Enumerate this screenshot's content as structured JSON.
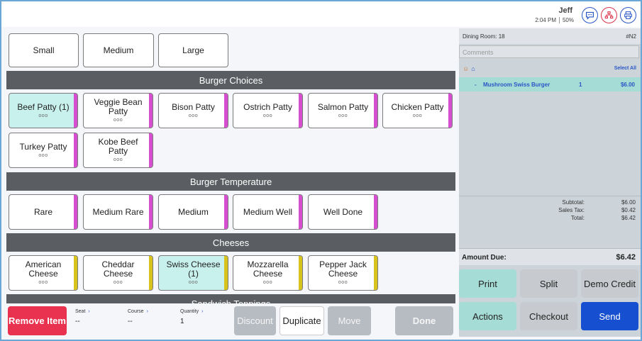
{
  "header": {
    "user": "Jeff",
    "time": "2:04 PM",
    "battery": "50%",
    "icons": [
      "chat-icon",
      "org-chart-icon",
      "printer-icon"
    ]
  },
  "sizes": [
    "Small",
    "Medium",
    "Large"
  ],
  "sections": {
    "burger_choices": "Burger Choices",
    "burger_temperature": "Burger Temperature",
    "cheeses": "Cheeses",
    "sandwich_toppings": "Sandwich Toppings"
  },
  "dots": "ooo",
  "burger_choices": [
    "Beef Patty (1)",
    "Veggie Bean Patty",
    "Bison Patty",
    "Ostrich Patty",
    "Salmon Patty",
    "Chicken Patty",
    "Turkey Patty",
    "Kobe Beef Patty"
  ],
  "temperatures": [
    "Rare",
    "Medium Rare",
    "Medium",
    "Medium Well",
    "Well Done"
  ],
  "cheeses": [
    "American Cheese",
    "Cheddar Cheese",
    "Swiss Cheese (1)",
    "Mozzarella Cheese",
    "Pepper Jack Cheese"
  ],
  "bottom": {
    "remove_item": "Remove Item",
    "seat_label": "Seat",
    "seat_value": "--",
    "course_label": "Course",
    "course_value": "--",
    "quantity_label": "Quantity",
    "quantity_value": "1",
    "discount": "Discount",
    "duplicate": "Duplicate",
    "move": "Move",
    "done": "Done"
  },
  "order": {
    "dining_room": "Dining Room: 18",
    "check_no": "#N2",
    "comments_placeholder": "Comments",
    "select_all": "Select All",
    "items": [
      {
        "marker": "-",
        "name": "Mushroom Swiss Burger",
        "qty": "1",
        "price": "$6.00"
      }
    ],
    "subtotal_label": "Subtotal:",
    "subtotal": "$6.00",
    "tax_label": "Sales Tax:",
    "tax": "$0.42",
    "total_label": "Total:",
    "total": "$6.42",
    "amount_due_label": "Amount Due:",
    "amount_due": "$6.42"
  },
  "actions": {
    "print": "Print",
    "split": "Split",
    "demo_credit": "Demo Credit",
    "actions": "Actions",
    "checkout": "Checkout",
    "send": "Send"
  },
  "colors": {
    "accent_blue": "#1650d0",
    "remove_red": "#e8324f",
    "selected_teal": "#c8f1ee",
    "modifier_pink": "#d64ed0",
    "cheese_yellow": "#d8c21c",
    "section_grey": "#5a5e62"
  }
}
